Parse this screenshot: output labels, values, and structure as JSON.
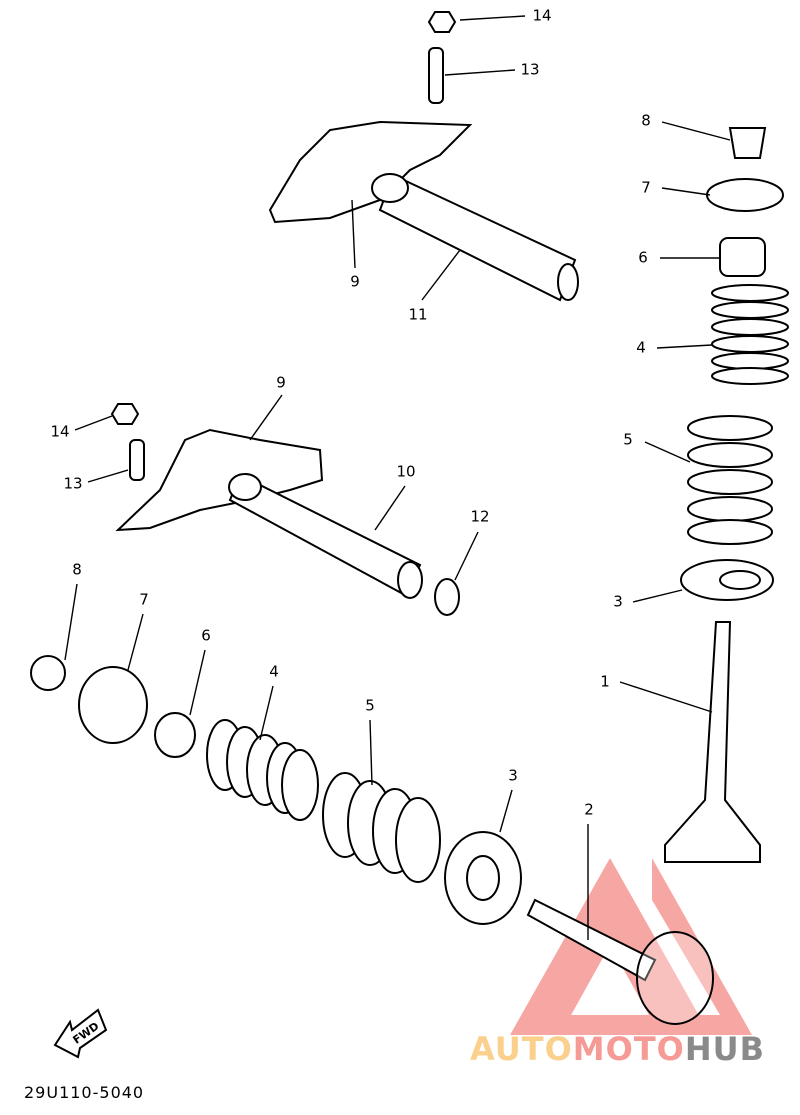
{
  "diagram": {
    "part_labels": [
      "14",
      "13",
      "9",
      "11",
      "8",
      "7",
      "6",
      "4",
      "5",
      "3",
      "1",
      "9",
      "14",
      "13",
      "10",
      "12",
      "8",
      "7",
      "6",
      "4",
      "5",
      "3",
      "2"
    ],
    "fwd_label": "FWD",
    "drawing_code": "29U110-5040"
  },
  "watermark": {
    "part1": "AUTO",
    "part2": "MOTO",
    "part3": "HUB",
    "colors": {
      "auto": "#fbd08c",
      "moto": "#f59a95",
      "hub": "#8a8a8a",
      "triangle": "#f58a85"
    }
  }
}
